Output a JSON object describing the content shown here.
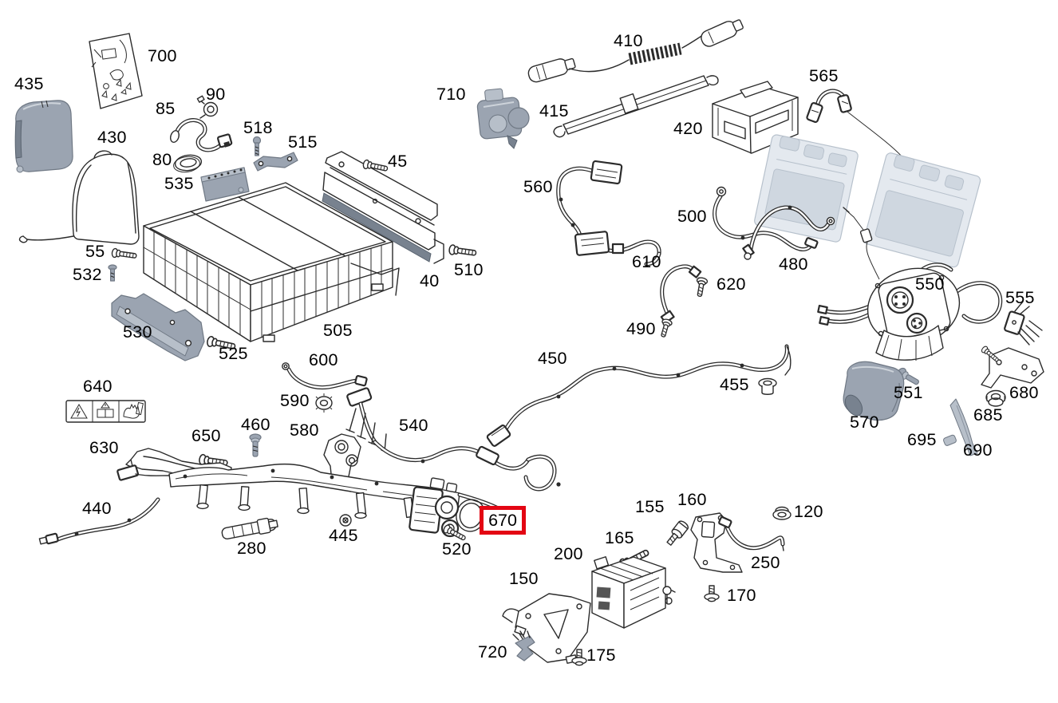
{
  "diagram": {
    "kind": "exploded-parts-diagram",
    "subject": "high-voltage hybrid battery system parts",
    "background_color": "#ffffff",
    "line_color": "#2b2b2b",
    "gray_part_color": "#9ba4b1",
    "faded_part_color": "#e4e9ef",
    "highlight": {
      "part": "670",
      "box_color": "#e30613"
    }
  },
  "parts": {
    "40": "40",
    "45": "45",
    "55": "55",
    "80": "80",
    "85": "85",
    "90": "90",
    "120": "120",
    "150": "150",
    "155": "155",
    "160": "160",
    "165": "165",
    "170": "170",
    "175": "175",
    "200": "200",
    "250": "250",
    "280": "280",
    "410": "410",
    "415": "415",
    "420": "420",
    "430": "430",
    "435": "435",
    "440": "440",
    "445": "445",
    "450": "450",
    "455": "455",
    "460": "460",
    "480": "480",
    "490": "490",
    "500": "500",
    "505": "505",
    "510": "510",
    "515": "515",
    "518": "518",
    "520": "520",
    "525": "525",
    "530": "530",
    "532": "532",
    "535": "535",
    "540": "540",
    "550": "550",
    "551": "551",
    "555": "555",
    "560": "560",
    "565": "565",
    "570": "570",
    "580": "580",
    "590": "590",
    "600": "600",
    "610": "610",
    "620": "620",
    "630": "630",
    "640": "640",
    "650": "650",
    "670": "670",
    "680": "680",
    "685": "685",
    "690": "690",
    "695": "695",
    "700": "700",
    "710": "710",
    "720": "720"
  }
}
